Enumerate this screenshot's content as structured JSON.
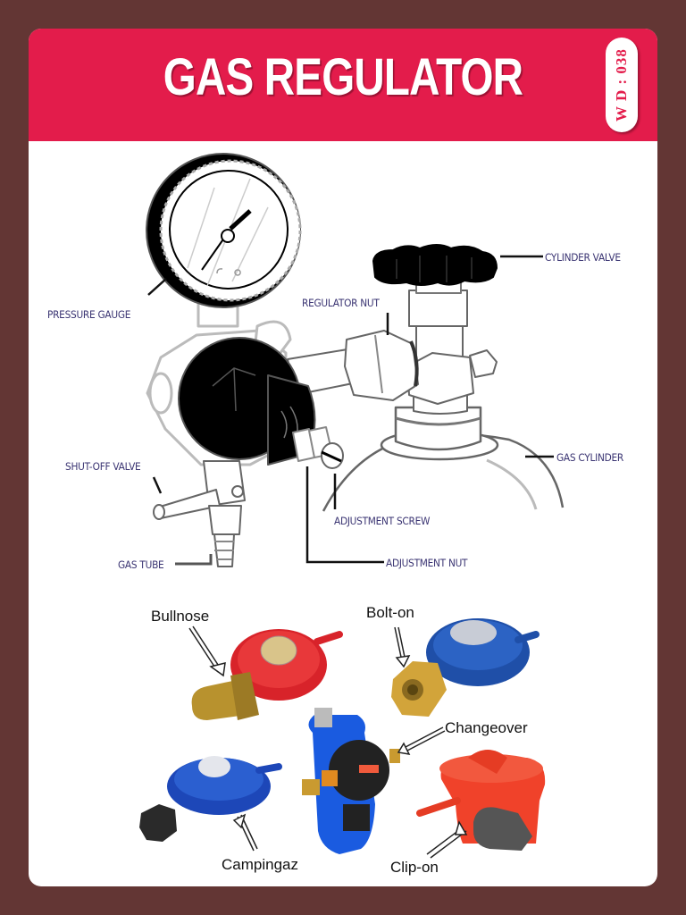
{
  "header": {
    "title": "GAS REGULATOR",
    "code": "W D : 038",
    "background_color": "#E31C4B"
  },
  "page": {
    "background_color": "#633634",
    "card_color": "#FFFFFF"
  },
  "diagram": {
    "label_color": "#3B3573",
    "labels": {
      "pressure_gauge": "PRESSURE GAUGE",
      "regulator_nut": "REGULATOR NUT",
      "cylinder_valve": "CYLINDER VALVE",
      "shut_off_valve": "SHUT-OFF VALVE",
      "gas_cylinder": "GAS CYLINDER",
      "adjustment_screw": "ADJUSTMENT SCREW",
      "gas_tube": "GAS TUBE",
      "adjustment_nut": "ADJUSTMENT NUT"
    }
  },
  "regulator_types": {
    "items": [
      {
        "name": "Bullnose",
        "color": "#D8232A"
      },
      {
        "name": "Bolt-on",
        "color": "#1F4FA8"
      },
      {
        "name": "Changeover",
        "color": "#1A5BE0"
      },
      {
        "name": "Campingaz",
        "color": "#1D47B8"
      },
      {
        "name": "Clip-on",
        "color": "#F0422A"
      }
    ]
  }
}
